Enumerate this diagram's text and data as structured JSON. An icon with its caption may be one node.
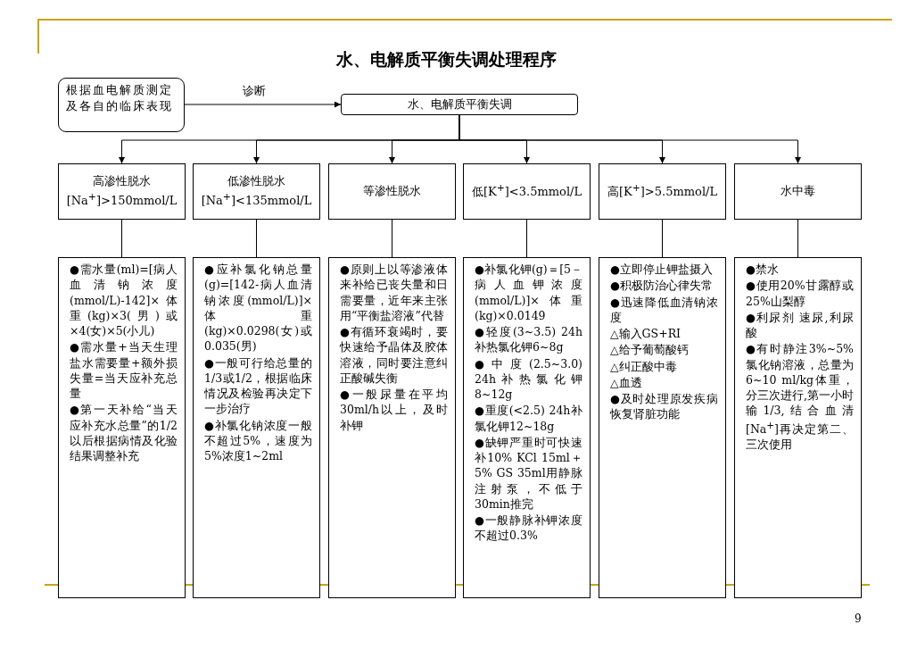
{
  "diagram": {
    "title": "水、电解质平衡失调处理程序",
    "nodes": [
      {
        "text": [
          "根据血电解质测定及各自的临床表现"
        ]
      },
      {
        "text": [
          "水、电解质平衡失调"
        ]
      },
      {
        "text": [
          "高渗性脱水",
          "[Na$^{+}$]>150mmol/L"
        ]
      },
      {
        "text": [
          "低渗性脱水",
          "[Na$^{+}$]<135mmol/L"
        ]
      },
      {
        "text": [
          "等渗性脱水"
        ]
      },
      {
        "text": [
          "低[K$^{+}$]<3.5mmol/L"
        ]
      },
      {
        "text": [
          "高[K$^{+}$]>5.5mmol/L"
        ]
      },
      {
        "text": [
          "水中毒"
        ]
      },
      {
        "text": [
          "●需水量(ml)=[病人血清钠浓度(mmol/L)-142]×体重(kg)×3(男)或×4(女)×5(小儿)",
          "●需水量+当天生理盐水需要量+额外损失量=当天应补充总量",
          "●第一天补给“当天应补充水总量”的1/2以后根据病情及化验结果调整补充"
        ]
      },
      {
        "text": [
          "●应补氯化钠总量(g)=[142-病人血清钠浓度(mmol/L)]×体重(kg)×0.0298(女)或0.035(男)",
          "●一般可行给总量的1/3或1/2，根据临床情况及检验再决定下一步治疗",
          "●补氯化钠浓度一般不超过5%，速度为5%浓度1~2ml"
        ]
      },
      {
        "text": [
          "●原则上以等渗液体来补给已丧失量和日需要量，近年来主张用“平衡盐溶液”代替",
          "●有循环衰竭时，要快速给予晶体及胶体溶液，同时要注意纠正酸碱失衡",
          "●一般尿量在平均30ml/h以上，及时补钾"
        ]
      },
      {
        "text": [
          "●补氯化钾(g)＝[5－病人血钾浓度(mmol/L)]×体重(kg)×0.0149",
          "●轻度(3~3.5) 24h补热氯化钾6~8g",
          "●中度(2.5~3.0) 24h补热氯化钾8~12g",
          "●重度(<2.5) 24h补氯化钾12~18g",
          "●缺钾严重时可快速补10% KCl 15ml＋5% GS 35ml用静脉注射泵，不低于30min推完",
          "●一般静脉补钾浓度不超过0.3%"
        ]
      },
      {
        "text": [
          "●立即停止钾盐摄入",
          "●积极防治心律失常",
          "●迅速降低血清钠浓度",
          "△输入GS+RI",
          "△给予葡萄酸钙",
          "△纠正酸中毒",
          "△血透",
          "●及时处理原发疾病恢复肾脏功能"
        ]
      },
      {
        "text": [
          "●禁水",
          "●使用20%甘露醇或25%山梨醇",
          "●利尿剂 速尿,利尿酸",
          "●有时静注3%~5%氯化钠溶液，总量为6~10 ml/kg体重，分三次进行,第一小时输1/3,结合血清[Na$^{+}$]再决定第二、三次使用"
        ]
      }
    ],
    "edges": [
      {
        "from": 0,
        "to": 1,
        "arrow": "to",
        "label": "诊断"
      },
      {
        "from": 1,
        "to": 2,
        "arrow": "to"
      },
      {
        "from": 1,
        "to": 3,
        "arrow": "to"
      },
      {
        "from": 1,
        "to": 4,
        "arrow": "to"
      },
      {
        "from": 1,
        "to": 5,
        "arrow": "to"
      },
      {
        "from": 1,
        "to": 6,
        "arrow": "to"
      },
      {
        "from": 1,
        "to": 7,
        "arrow": "to"
      },
      {
        "from": 2,
        "to": 8,
        "arrow": "none"
      },
      {
        "from": 3,
        "to": 9,
        "arrow": "none"
      },
      {
        "from": 4,
        "to": 10,
        "arrow": "none"
      },
      {
        "from": 5,
        "to": 11,
        "arrow": "none"
      },
      {
        "from": 6,
        "to": 12,
        "arrow": "none"
      },
      {
        "from": 7,
        "to": 13,
        "arrow": "none"
      }
    ],
    "labels": [
      "9"
    ]
  }
}
